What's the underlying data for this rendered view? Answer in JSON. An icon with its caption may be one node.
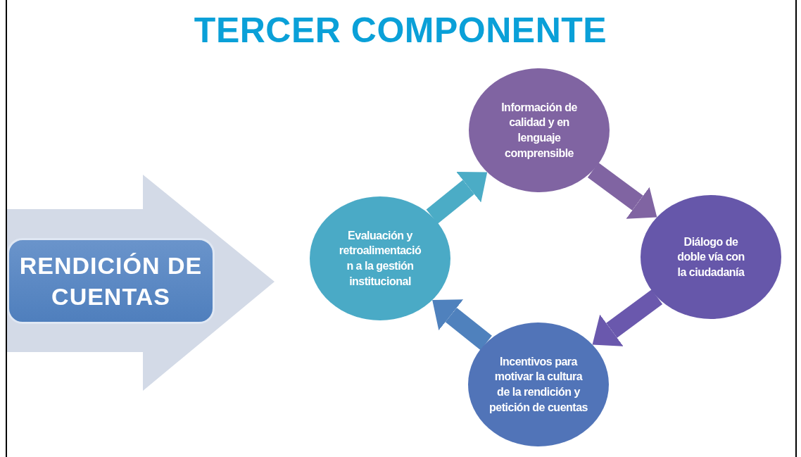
{
  "diagram": {
    "title": "TERCER COMPONENTE",
    "nodes": [
      {
        "text": [
          "RENDICIÓN DE CUENTAS"
        ]
      },
      {
        "text": [
          "Información de calidad y en lenguaje comprensible"
        ]
      },
      {
        "text": [
          "Diálogo de doble vía con la ciudadanía"
        ]
      },
      {
        "text": [
          "Incentivos para motivar la cultura de la rendición y petición de cuentas"
        ]
      },
      {
        "text": [
          "Evaluación y retroalimentación a la gestión institucional"
        ]
      }
    ],
    "edges": [
      {
        "from": 4,
        "to": 1,
        "arrow": "to",
        "color": "#4bacc6"
      },
      {
        "from": 1,
        "to": 2,
        "arrow": "to",
        "color": "#8064a2"
      },
      {
        "from": 2,
        "to": 3,
        "arrow": "to",
        "color": "#6a58ad"
      },
      {
        "from": 3,
        "to": 4,
        "arrow": "to",
        "color": "#4f81bd"
      }
    ]
  }
}
